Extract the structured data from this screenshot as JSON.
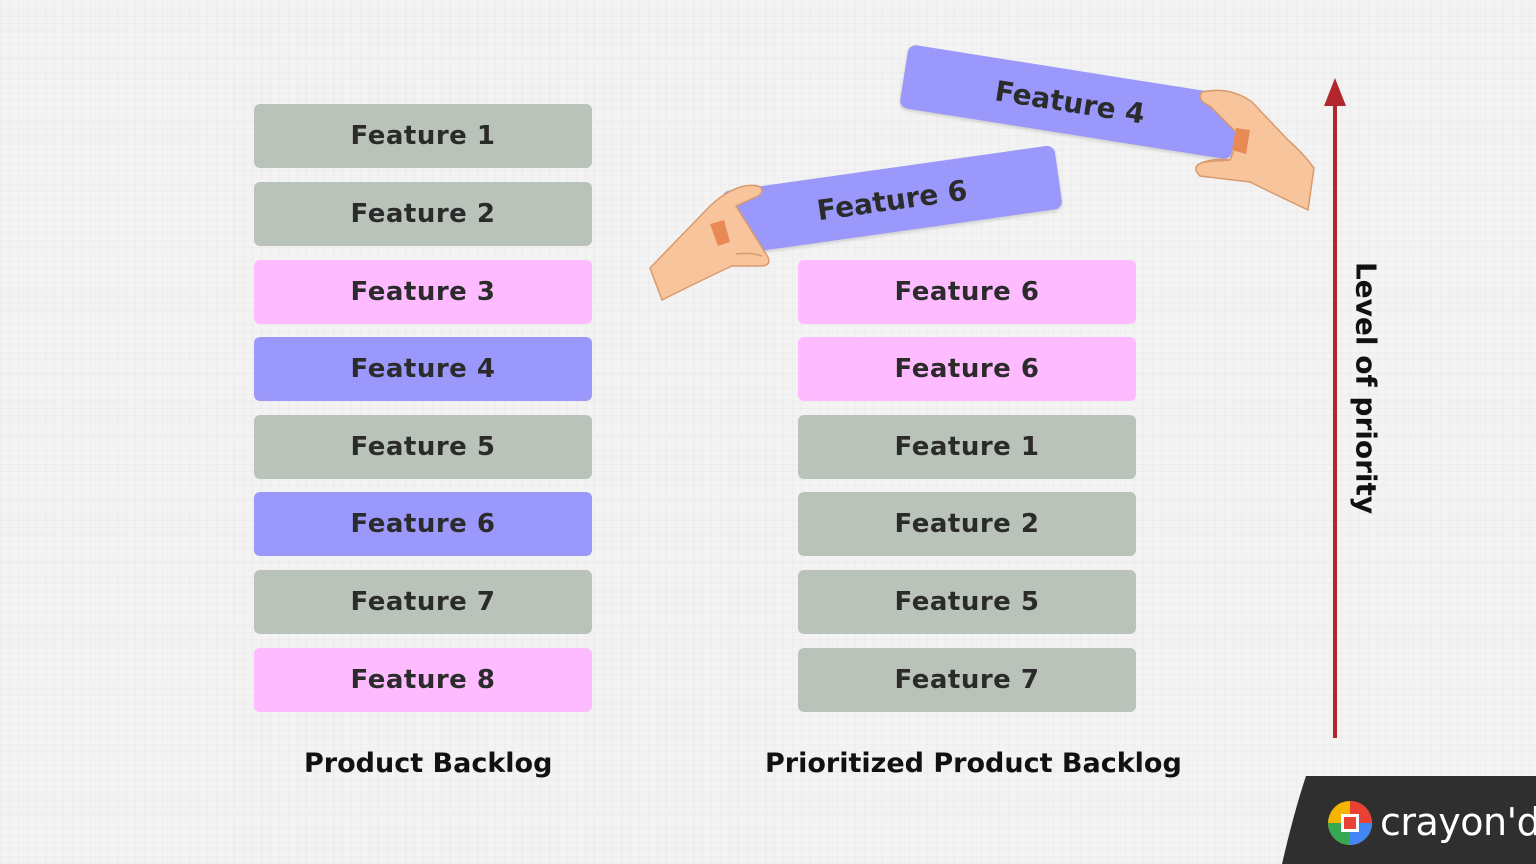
{
  "product_backlog": {
    "caption": "Product Backlog",
    "items": [
      {
        "label": "Feature 1",
        "color": "gray"
      },
      {
        "label": "Feature 2",
        "color": "gray"
      },
      {
        "label": "Feature 3",
        "color": "pink"
      },
      {
        "label": "Feature 4",
        "color": "purple"
      },
      {
        "label": "Feature 5",
        "color": "gray"
      },
      {
        "label": "Feature 6",
        "color": "purple"
      },
      {
        "label": "Feature 7",
        "color": "gray"
      },
      {
        "label": "Feature 8",
        "color": "pink"
      }
    ]
  },
  "prioritized_backlog": {
    "caption": "Prioritized Product Backlog",
    "items": [
      {
        "label": "Feature 6",
        "color": "pink"
      },
      {
        "label": "Feature 6",
        "color": "pink"
      },
      {
        "label": "Feature 1",
        "color": "gray"
      },
      {
        "label": "Feature 2",
        "color": "gray"
      },
      {
        "label": "Feature 5",
        "color": "gray"
      },
      {
        "label": "Feature 7",
        "color": "gray"
      }
    ],
    "held_cards": [
      {
        "label": "Feature 4",
        "color": "purple"
      },
      {
        "label": "Feature 6",
        "color": "purple"
      }
    ]
  },
  "axis": {
    "label": "Level of priority",
    "arrow_color": "#b3262e"
  },
  "colors": {
    "gray": "#bac3b9",
    "pink": "#ffbbff",
    "purple": "#9a98fb"
  },
  "logo": {
    "text": "crayon'd"
  }
}
